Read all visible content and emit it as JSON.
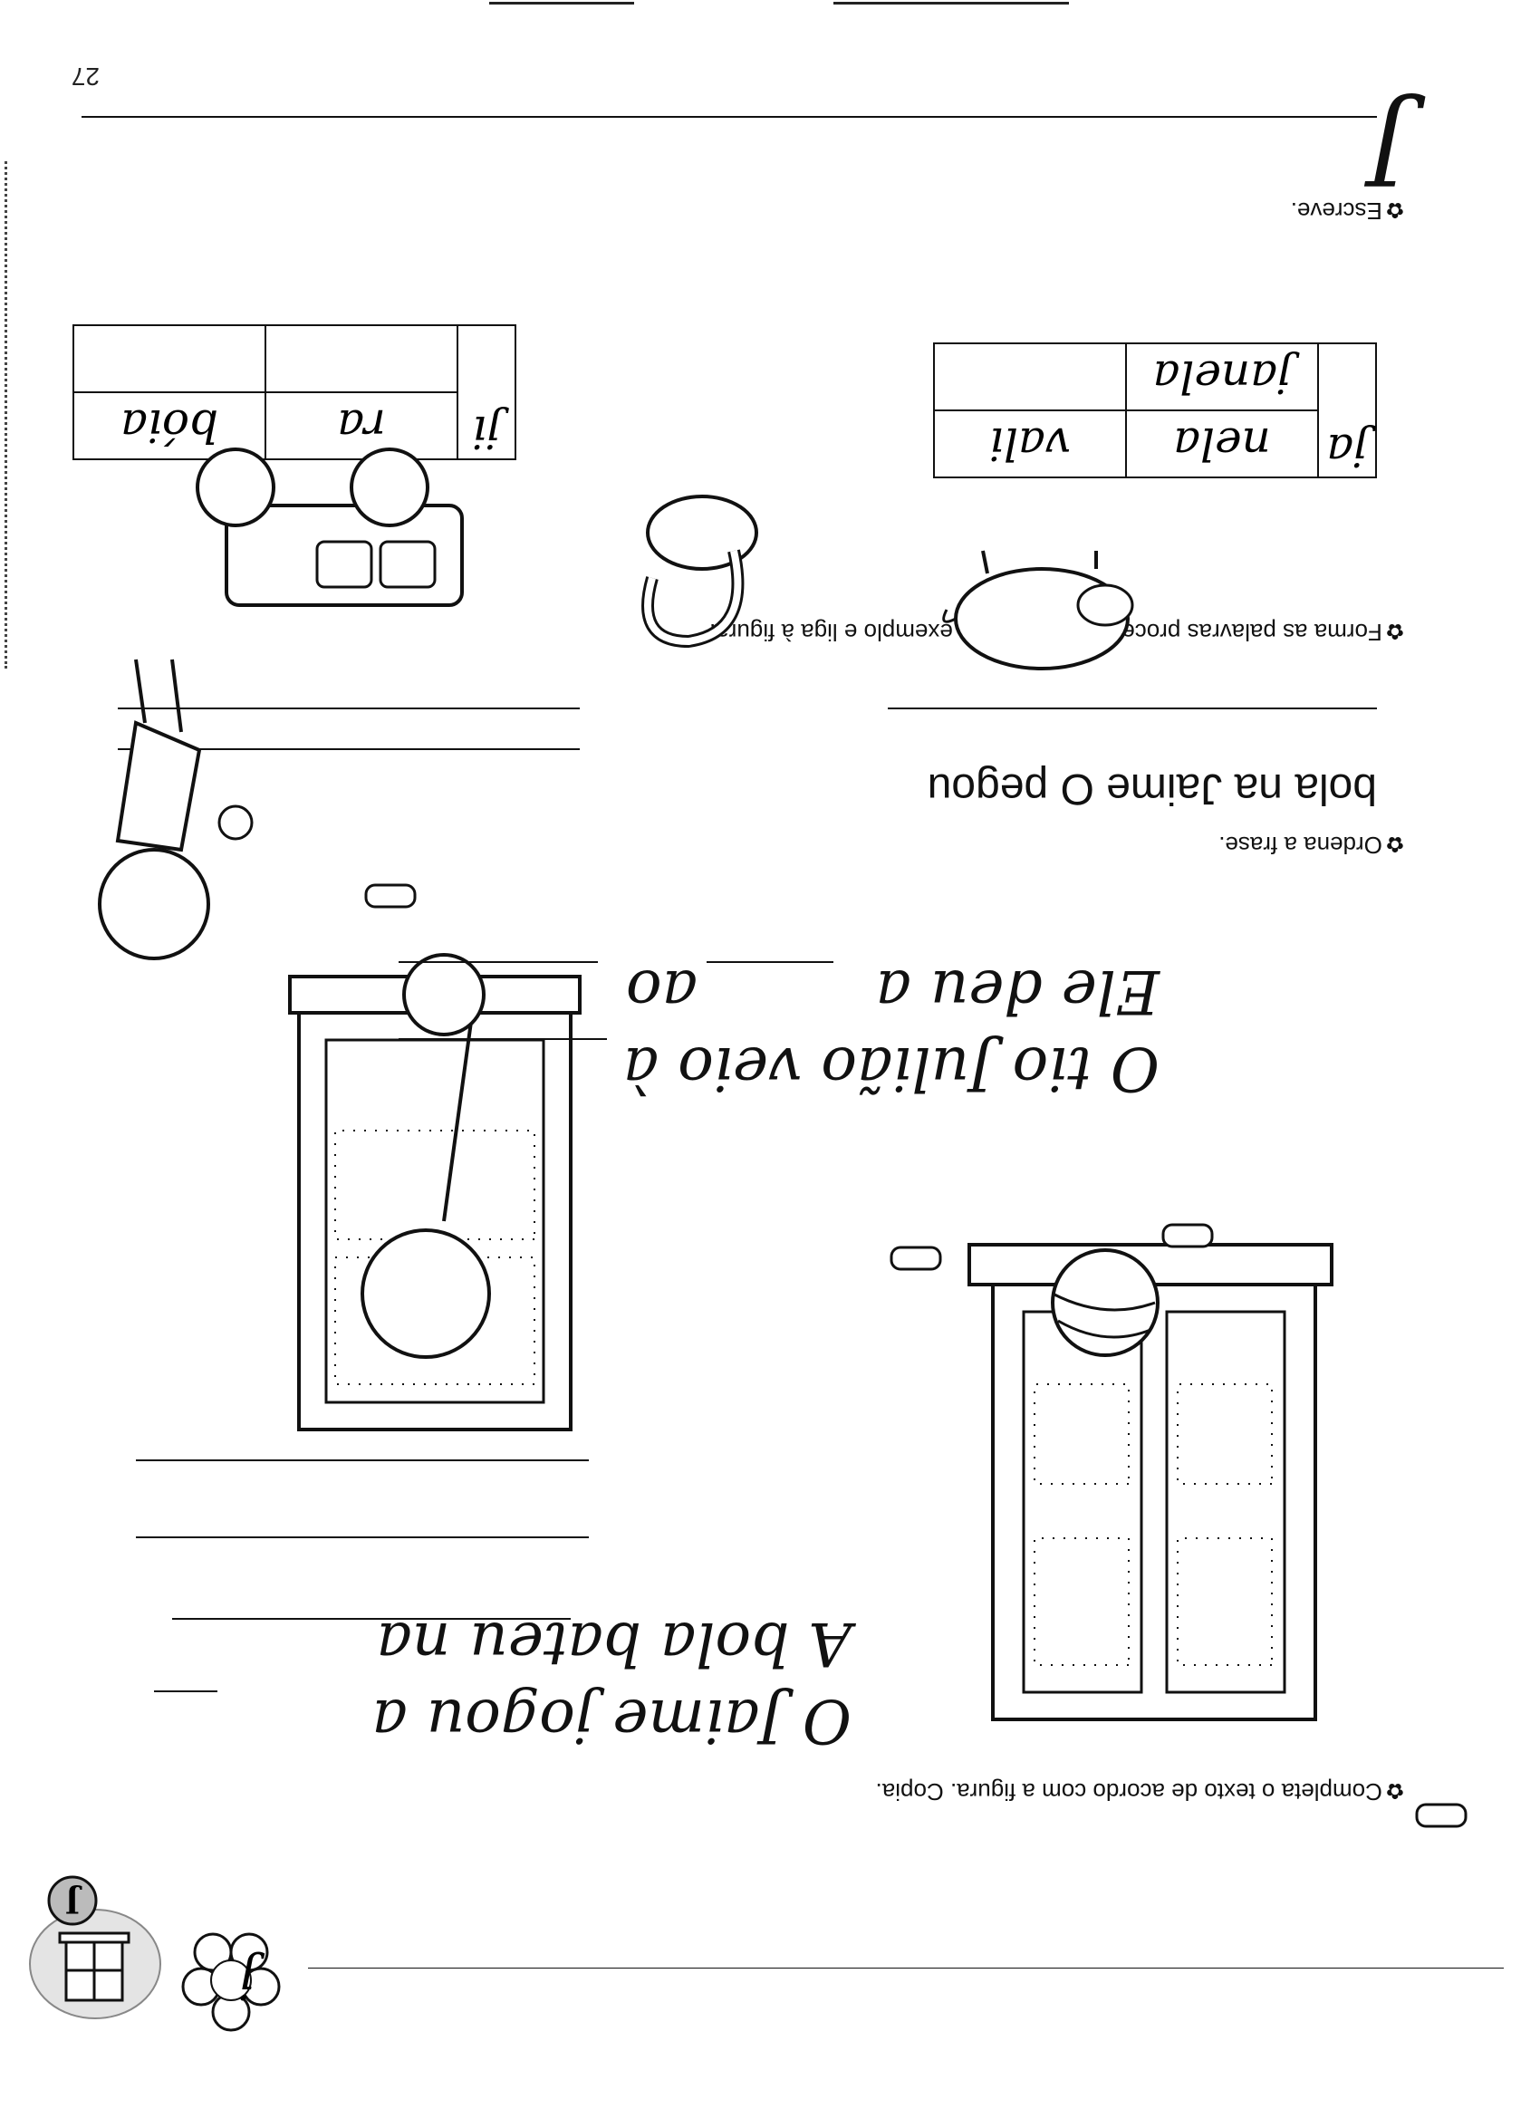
{
  "header": {
    "letter": "j",
    "page_number": "27"
  },
  "exercise1": {
    "instruction": "Completa o texto de acordo com a figura. Copia.",
    "sentences": [
      "O Jaime jogou a",
      "A bola bateu na",
      "O tio Julião veio à",
      "Ele deu a",
      "ao"
    ]
  },
  "exercise2": {
    "instruction": "Ordena a frase.",
    "words": "bola na Jaime O pegou"
  },
  "exercise3": {
    "instruction": "Forma as palavras procedendo como no exemplo e liga à figura.",
    "table1": {
      "syllable": "ja",
      "cells": [
        "nela",
        "vali",
        "janela",
        ""
      ]
    },
    "table2": {
      "syllable": "ji",
      "cells": [
        "ra",
        "bóia",
        "",
        ""
      ]
    }
  },
  "exercise4": {
    "instruction": "Escreve.",
    "model_letter": "J"
  }
}
